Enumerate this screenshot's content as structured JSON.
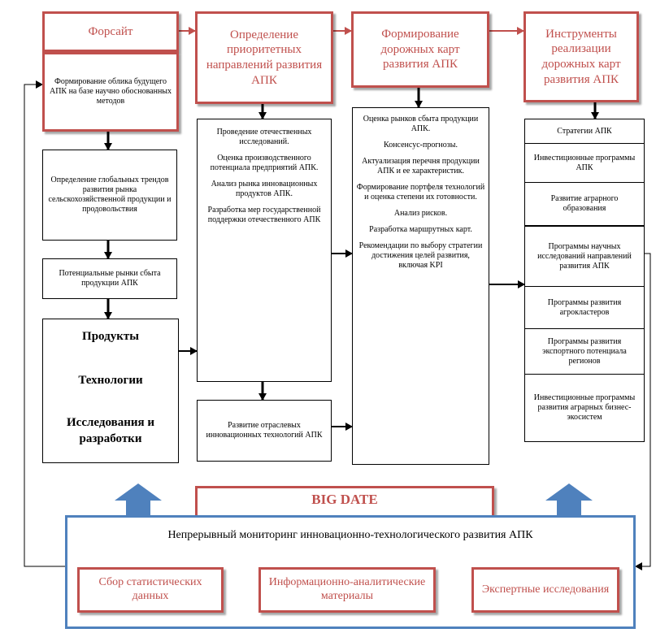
{
  "headers": {
    "foresight": "Форсайт",
    "priorities": "Определение приоритетных направлений развития АПК",
    "roadmaps": "Формирование дорожных карт развития АПК",
    "tools": "Инструменты реализации дорожных карт развития АПК"
  },
  "col1": {
    "image_future": "Формирование облика будущего АПК на базе научно обоснованных методов",
    "global_trends": "Определение глобальных трендов развития рынка сельскохозяйственной продукции и продовольствия",
    "markets": "Потенциальные рынки сбыта продукции АПК",
    "products": "Продукты",
    "technologies": "Технологии",
    "research": "Исследования и разработки"
  },
  "col2": {
    "items": [
      "Проведение отечественных исследований.",
      "Оценка производственного потенциала предприятий АПК.",
      "Анализ рынка инновационных продуктов АПК.",
      "Разработка мер государственной поддержки отечественного АПК"
    ],
    "industry_tech": "Развитие отраслевых инновационных технологий АПК"
  },
  "col3": {
    "items": [
      "Оценка рынков сбыта продукции АПК.",
      "Консенсус-прогнозы.",
      "Актуализация перечня продукции АПК и ее характеристик.",
      "Формирование портфеля технологий и оценка степени их готовности.",
      "Анализ рисков.",
      "Разработка маршрутных карт.",
      "Рекомендации по выбору стратегии достижения целей развития, включая KPI"
    ]
  },
  "col4": {
    "group_a": [
      "Стратегии АПК",
      "Инвестиционные программы АПК",
      "Развитие аграрного образования"
    ],
    "group_b": [
      "Программы научных исследований направлений развития АПК",
      "Программы развития агрокластеров",
      "Программы развития экспортного потенциала регионов",
      "Инвестиционные программы развития аграрных бизнес-экосистем"
    ]
  },
  "bottom": {
    "big_date": "BIG DATE",
    "monitoring": "Непрерывный мониторинг инновационно-технологического развития АПК",
    "sources": [
      "Сбор статистических данных",
      "Информационно-аналитические материалы",
      "Экспертные исследования"
    ]
  },
  "colors": {
    "accent_red": "#c0504d",
    "accent_blue": "#4f81bd"
  }
}
